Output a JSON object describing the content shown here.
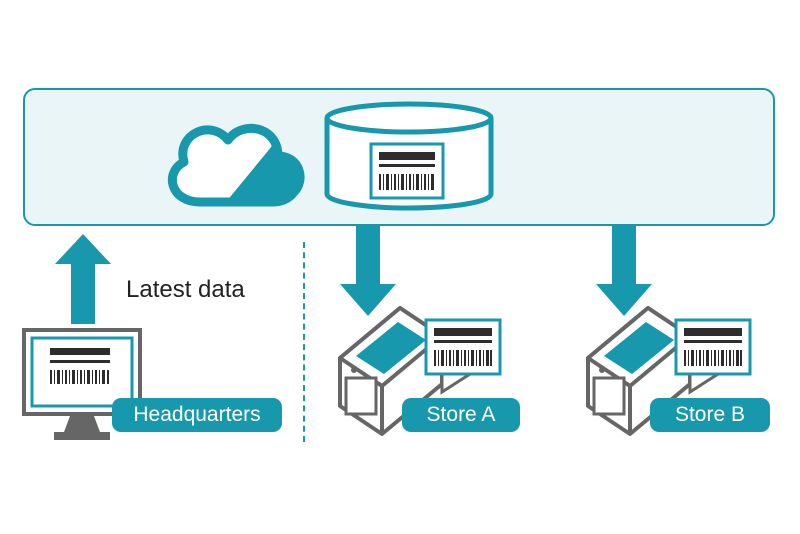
{
  "caption": "Latest data",
  "nodes": {
    "headquarters": "Headquarters",
    "store_a": "Store A",
    "store_b": "Store B"
  },
  "colors": {
    "accent": "#1798ad",
    "panel_fill": "#eaf5f7",
    "dark": "#2d2d2d",
    "grey": "#666666"
  },
  "icons": [
    "cloud-icon",
    "database-icon",
    "barcode-label-icon",
    "monitor-icon",
    "label-printer-icon",
    "arrow-up-icon",
    "arrow-down-icon"
  ]
}
